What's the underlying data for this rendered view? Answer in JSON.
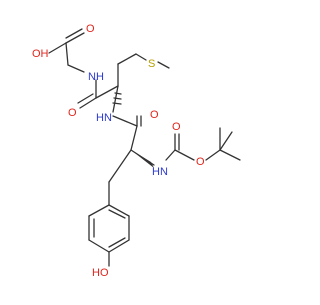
{
  "structure": {
    "atom_labels": {
      "oh_top": "OH",
      "o_acid": "O",
      "nh_gly": "N",
      "h_gly": "H",
      "s_met": "S",
      "o_met": "O",
      "hn_met": "HN",
      "o_tyr": "O",
      "hn_boc": "HN",
      "o_boc_carbonyl": "O",
      "o_boc_ether": "O",
      "ho_phenol": "HO"
    },
    "colors": {
      "bond": "#333333",
      "oxygen": "#e0261d",
      "nitrogen": "#2d3bd6",
      "sulfur": "#b5a000"
    }
  }
}
